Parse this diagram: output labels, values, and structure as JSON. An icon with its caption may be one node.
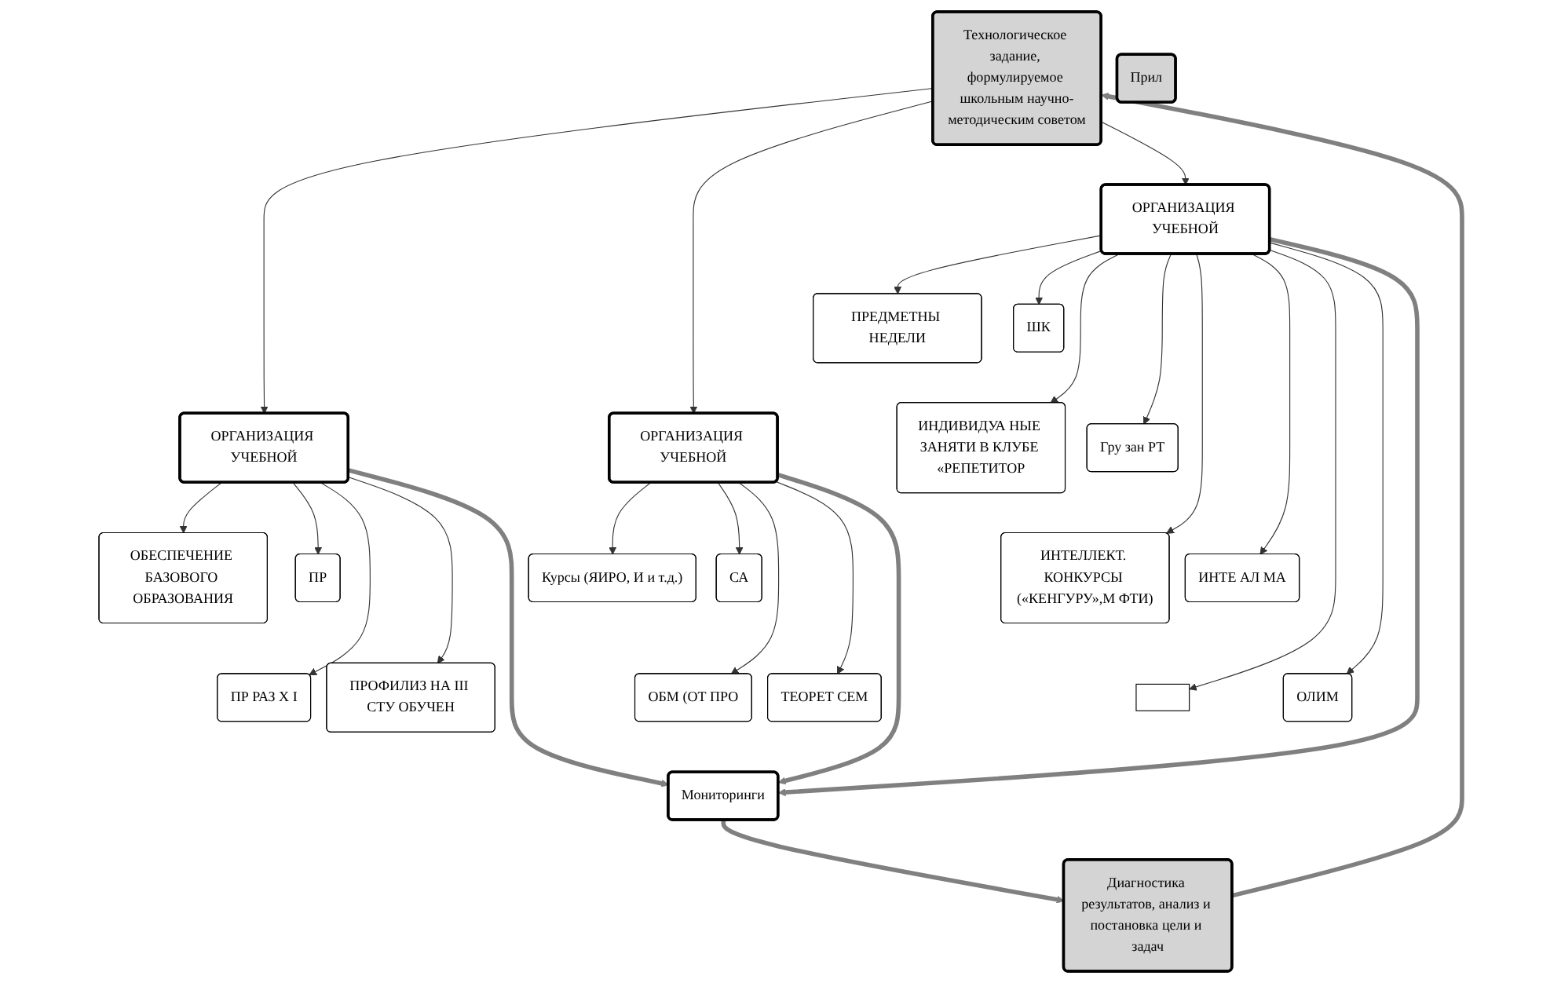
{
  "diagram": {
    "nodes": [
      {
        "text": [
          "Прил"
        ]
      },
      {
        "text": [
          "Технологическое задание, формулируемое школьным научно-методическим советом"
        ]
      },
      {
        "text": [
          "ОРГАНИЗАЦИЯ УЧЕБНОЙ"
        ]
      },
      {
        "text": [
          "ОРГАНИЗАЦИЯ УЧЕБНОЙ"
        ]
      },
      {
        "text": [
          "ОРГАНИЗАЦИЯ УЧЕБНОЙ"
        ]
      },
      {
        "text": [
          "ОБЕСПЕЧЕНИЕ БАЗОВОГО ОБРАЗОВАНИЯ"
        ]
      },
      {
        "text": [
          "ПР"
        ]
      },
      {
        "text": [
          "ПР РАЗ Х I"
        ]
      },
      {
        "text": [
          "ПРОФИЛИЗ НА III СТУ ОБУЧЕН"
        ]
      },
      {
        "text": [
          "Курсы (ЯИРО, И и т.д.)"
        ]
      },
      {
        "text": [
          "СА"
        ]
      },
      {
        "text": [
          "ОБМ (ОТ ПРО"
        ]
      },
      {
        "text": [
          "ТЕОРЕТ СЕМ"
        ]
      },
      {
        "text": [
          "ПРЕДМЕТНЫ НЕДЕЛИ"
        ]
      },
      {
        "text": [
          "ШК"
        ]
      },
      {
        "text": [
          "ИНДИВИДУА НЫЕ ЗАНЯТИ В КЛУБЕ «РЕПЕТИТОР"
        ]
      },
      {
        "text": [
          "Гру зан РТ"
        ]
      },
      {
        "text": [
          "ИНТЕЛЛЕКТ. КОНКУРСЫ («КЕНГУРУ»,М ФТИ)"
        ]
      },
      {
        "text": [
          "ИНТЕ АЛ МА"
        ]
      },
      {
        "text": [],
        "shape": "box"
      },
      {
        "text": [
          "ОЛИМ"
        ]
      },
      {
        "text": [
          "Мониторинги"
        ]
      },
      {
        "text": [
          "Диагностика результатов, анализ и постановка цели и задач"
        ]
      }
    ],
    "edges": [
      {
        "from": 1,
        "to": 2,
        "arrow": "to"
      },
      {
        "from": 1,
        "to": 3,
        "arrow": "to"
      },
      {
        "from": 1,
        "to": 4,
        "arrow": "to"
      },
      {
        "from": 2,
        "to": 5,
        "arrow": "to"
      },
      {
        "from": 2,
        "to": 6,
        "arrow": "to"
      },
      {
        "from": 2,
        "to": 7,
        "arrow": "to"
      },
      {
        "from": 2,
        "to": 8,
        "arrow": "to"
      },
      {
        "from": 3,
        "to": 9,
        "arrow": "to"
      },
      {
        "from": 3,
        "to": 10,
        "arrow": "to"
      },
      {
        "from": 3,
        "to": 11,
        "arrow": "to"
      },
      {
        "from": 3,
        "to": 12,
        "arrow": "to"
      },
      {
        "from": 4,
        "to": 13,
        "arrow": "to"
      },
      {
        "from": 4,
        "to": 14,
        "arrow": "to"
      },
      {
        "from": 4,
        "to": 15,
        "arrow": "to"
      },
      {
        "from": 4,
        "to": 16,
        "arrow": "to"
      },
      {
        "from": 4,
        "to": 17,
        "arrow": "to"
      },
      {
        "from": 4,
        "to": 18,
        "arrow": "to"
      },
      {
        "from": 4,
        "to": 19,
        "arrow": "to"
      },
      {
        "from": 4,
        "to": 20,
        "arrow": "to"
      },
      {
        "from": 2,
        "to": 21,
        "arrow": "to",
        "style": "thick",
        "color": "#808080"
      },
      {
        "from": 3,
        "to": 21,
        "arrow": "to",
        "style": "thick",
        "color": "#808080"
      },
      {
        "from": 4,
        "to": 21,
        "arrow": "to",
        "style": "thick",
        "color": "#808080"
      },
      {
        "from": 21,
        "to": 22,
        "arrow": "to",
        "style": "thick",
        "color": "#808080"
      },
      {
        "from": 22,
        "to": 1,
        "arrow": "to",
        "style": "thick",
        "color": "#808080"
      }
    ]
  }
}
